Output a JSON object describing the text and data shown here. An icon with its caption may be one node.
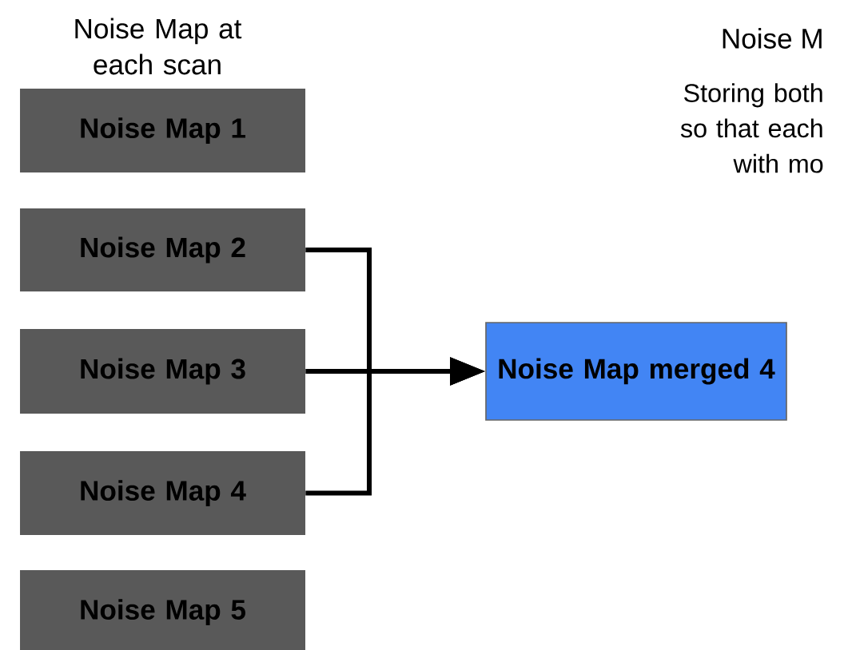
{
  "diagram": {
    "nodes": [
      {
        "text": [
          "Noise Map 1"
        ]
      },
      {
        "text": [
          "Noise Map 2"
        ]
      },
      {
        "text": [
          "Noise Map 3"
        ]
      },
      {
        "text": [
          "Noise Map 4"
        ]
      },
      {
        "text": [
          "Noise Map 5"
        ]
      },
      {
        "text": [
          "Noise Map merged 4"
        ]
      }
    ],
    "edges": [
      {
        "from": 1,
        "to": 5,
        "arrow": "to"
      },
      {
        "from": 2,
        "to": 5,
        "arrow": "to"
      },
      {
        "from": 3,
        "to": 5,
        "arrow": "to"
      }
    ],
    "labels": [
      "Noise Map at each scan",
      "Noise M",
      "Storing both so that each with mo"
    ]
  }
}
